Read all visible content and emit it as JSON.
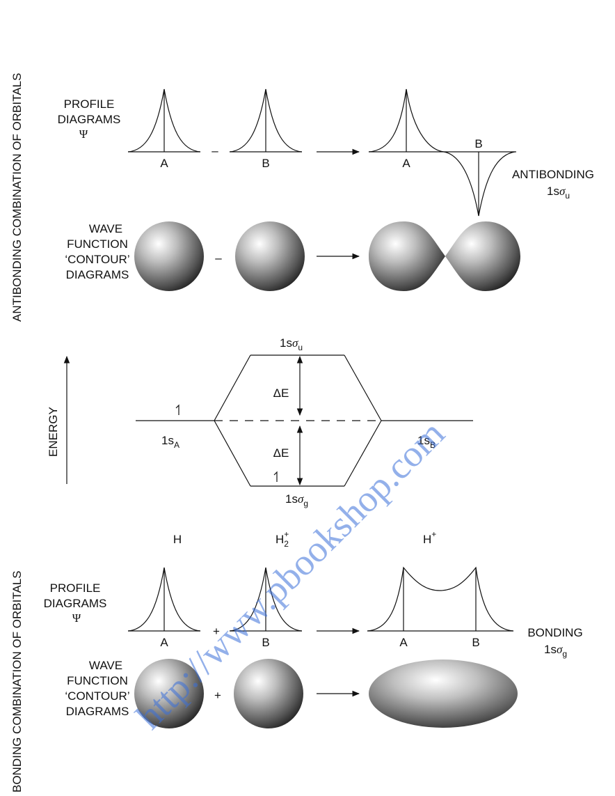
{
  "side_labels": {
    "antibonding": "ANTIBONDING COMBINATION OF ORBITALS",
    "bonding": "BONDING COMBINATION OF ORBITALS"
  },
  "row_labels": {
    "profile_line1": "PROFILE",
    "profile_line2": "DIAGRAMS",
    "psi": "Ψ",
    "wave_line1": "WAVE",
    "wave_line2": "FUNCTION",
    "wave_line3": "‘CONTOUR’",
    "wave_line4": "DIAGRAMS"
  },
  "antibonding": {
    "nucleus_a": "A",
    "nucleus_b": "B",
    "result_a": "A",
    "result_b": "B",
    "operator": "–",
    "contour_operator": "–",
    "title": "ANTIBONDING",
    "orbital_main": "1s",
    "orbital_greek": "σ",
    "orbital_sub": "u"
  },
  "energy": {
    "axis_label": "ENERGY",
    "upper_main": "1s",
    "upper_greek": "σ",
    "upper_sub": "u",
    "lower_main": "1s",
    "lower_greek": "σ",
    "lower_sub": "g",
    "left_main": "1s",
    "left_sub": "A",
    "right_main": "1s",
    "right_sub": "B",
    "delta_upper": "ΔE",
    "delta_lower": "ΔE"
  },
  "bonding": {
    "species_left": "H",
    "species_mid": "H",
    "species_mid_sup": "+",
    "species_mid_sub": "2",
    "species_right": "H",
    "species_right_sup": "+",
    "nucleus_a": "A",
    "nucleus_b": "B",
    "result_a": "A",
    "result_b": "B",
    "operator": "+",
    "contour_operator": "+",
    "title": "BONDING",
    "orbital_main": "1s",
    "orbital_greek": "σ",
    "orbital_sub": "g"
  },
  "watermark": "http://www.pbookshop.com",
  "colors": {
    "ink": "#111111",
    "watermark": "#3a6fd8"
  }
}
